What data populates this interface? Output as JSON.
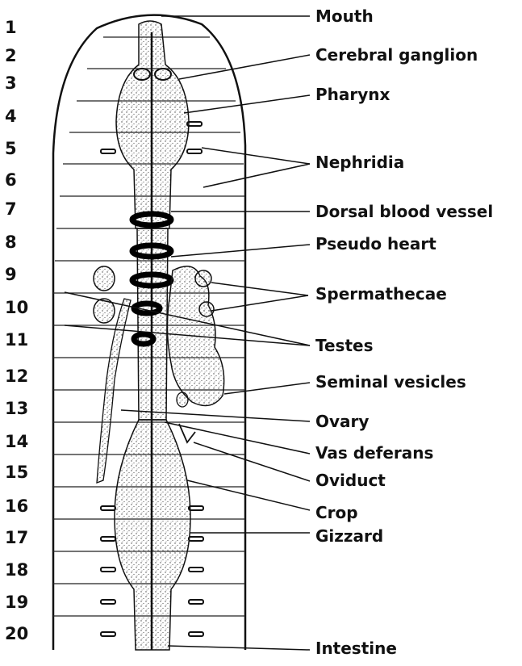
{
  "segments": [
    "1",
    "2",
    "3",
    "4",
    "5",
    "6",
    "7",
    "8",
    "9",
    "10",
    "11",
    "12",
    "13",
    "14",
    "15",
    "16",
    "17",
    "18",
    "19",
    "20"
  ],
  "labels": {
    "mouth": "Mouth",
    "cerebral_ganglion": "Cerebral ganglion",
    "pharynx": "Pharynx",
    "nephridia": "Nephridia",
    "dorsal_blood_vessel": "Dorsal blood vessel",
    "pseudo_heart": "Pseudo heart",
    "spermathecae": "Spermathecae",
    "testes": "Testes",
    "seminal_vesicles": "Seminal vesicles",
    "ovary": "Ovary",
    "vas_deferans": "Vas deferans",
    "oviduct": "Oviduct",
    "crop": "Crop",
    "gizzard": "Gizzard",
    "intestine": "Intestine"
  }
}
